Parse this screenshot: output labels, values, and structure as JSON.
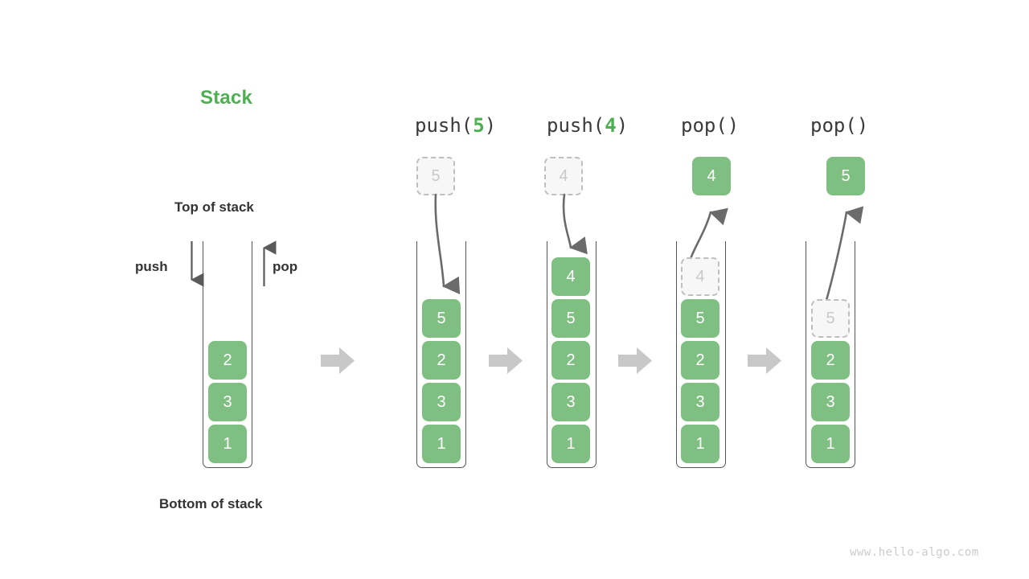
{
  "title": "Stack",
  "accent_green": "#4CAF50",
  "cell_green": "#7FC082",
  "ghost_gray": "#c9c9c9",
  "arrow_gray": "#666666",
  "block_arrow_gray": "#c8c8c8",
  "labels": {
    "top_of_stack": "Top of stack",
    "bottom_of_stack": "Bottom of stack",
    "push": "push",
    "pop": "pop"
  },
  "initial_stack": {
    "name": "initial-stack",
    "cells_top_to_bottom": [
      "2",
      "3",
      "1"
    ]
  },
  "steps": [
    {
      "id": "push-5",
      "header_prefix": "push(",
      "header_value": "5",
      "header_suffix": ")",
      "operation": "push",
      "floating_cell": {
        "value": "5",
        "style": "ghost"
      },
      "cells_top_to_bottom": [
        "5",
        "2",
        "3",
        "1"
      ],
      "cell_styles_top_to_bottom": [
        "solid",
        "solid",
        "solid",
        "solid"
      ]
    },
    {
      "id": "push-4",
      "header_prefix": "push(",
      "header_value": "4",
      "header_suffix": ")",
      "operation": "push",
      "floating_cell": {
        "value": "4",
        "style": "ghost"
      },
      "cells_top_to_bottom": [
        "4",
        "5",
        "2",
        "3",
        "1"
      ],
      "cell_styles_top_to_bottom": [
        "solid",
        "solid",
        "solid",
        "solid",
        "solid"
      ]
    },
    {
      "id": "pop-1",
      "header_prefix": "pop(",
      "header_value": "",
      "header_suffix": ")",
      "operation": "pop",
      "floating_cell": {
        "value": "4",
        "style": "solid"
      },
      "cells_top_to_bottom": [
        "4",
        "5",
        "2",
        "3",
        "1"
      ],
      "cell_styles_top_to_bottom": [
        "ghost",
        "solid",
        "solid",
        "solid",
        "solid"
      ]
    },
    {
      "id": "pop-2",
      "header_prefix": "pop(",
      "header_value": "",
      "header_suffix": ")",
      "operation": "pop",
      "floating_cell": {
        "value": "5",
        "style": "solid"
      },
      "cells_top_to_bottom": [
        "5",
        "2",
        "3",
        "1"
      ],
      "cell_styles_top_to_bottom": [
        "ghost",
        "solid",
        "solid",
        "solid"
      ]
    }
  ],
  "watermark": "www.hello-algo.com"
}
